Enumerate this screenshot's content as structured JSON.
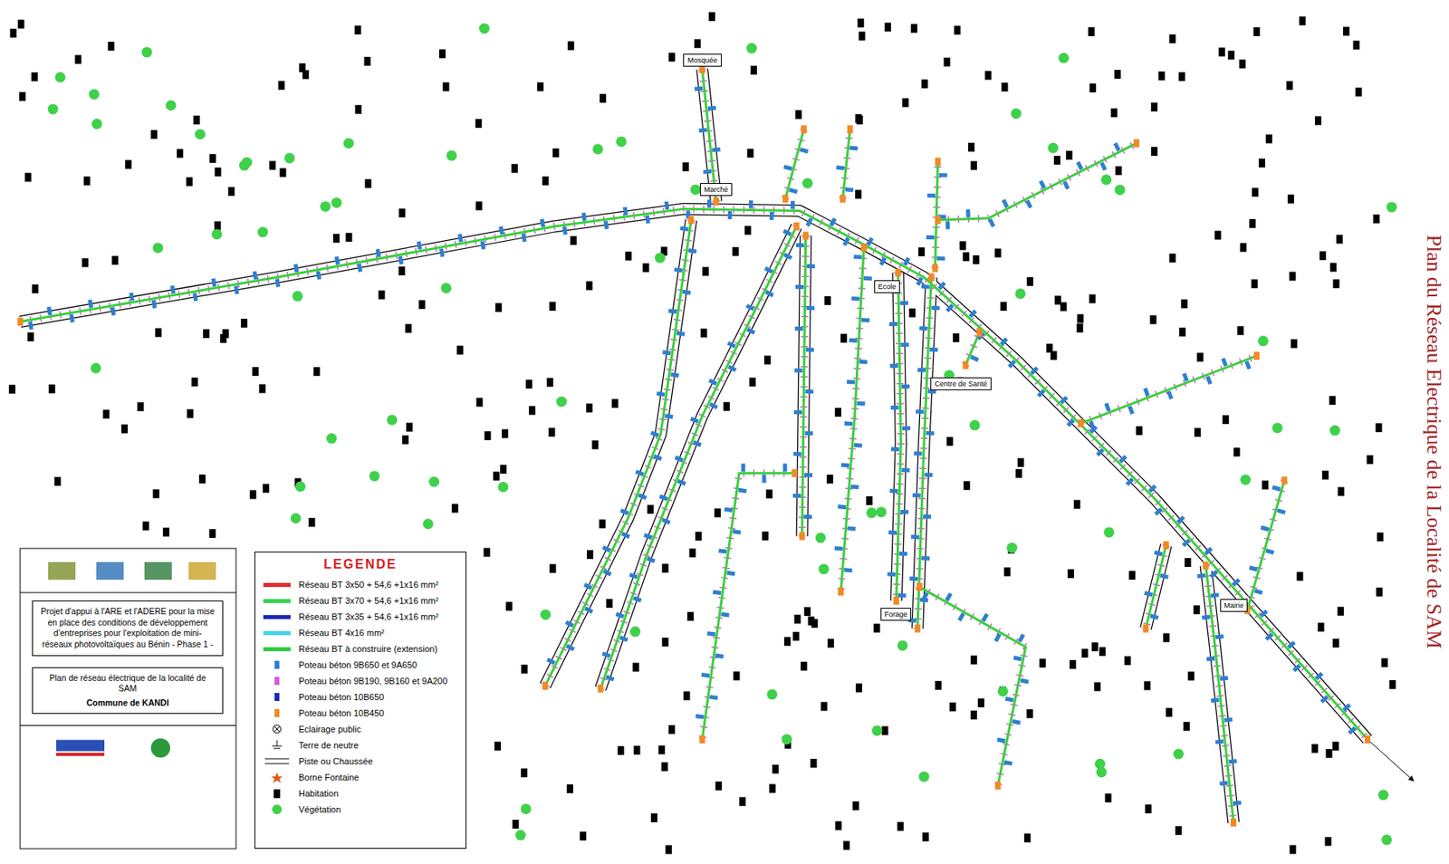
{
  "diagram": {
    "title": "Plan du Réseau Electrique de la Localité de SAM",
    "nodes": [
      {
        "text": [
          "Projet d'appui à l'ARE et l'ADERE pour la mise en place des conditions de développement d'entreprises pour l'exploitation de mini-réseaux photovoltaïques au Bénin - Phase 1 -"
        ]
      },
      {
        "text": [
          "Plan de réseau électrique de la localité de SAM",
          "Commune de KANDI"
        ]
      },
      {
        "text": [
          "Mosquée"
        ]
      },
      {
        "text": [
          "Marché"
        ]
      },
      {
        "text": [
          "Ecole"
        ]
      },
      {
        "text": [
          "Centre de Santé"
        ]
      },
      {
        "text": [
          "Forage"
        ]
      },
      {
        "text": [
          "Mairie"
        ]
      }
    ],
    "labels": [
      "LEGENDE"
    ],
    "legend": [
      {
        "text": "Réseau BT 3x50 + 54,6 +1x16 mm²",
        "color": "#e8262b"
      },
      {
        "text": "Réseau BT 3x70 + 54,6 +1x16 mm²",
        "color": "#39d353"
      },
      {
        "text": "Réseau BT 3x35 + 54,6 +1x16 mm²",
        "color": "#1c2bb5"
      },
      {
        "text": "Réseau BT 4x16 mm²",
        "color": "#3fd7e6"
      },
      {
        "text": "Réseau BT à construire (extension)",
        "color": "#2ecc40"
      },
      {
        "text": "Poteau béton 9B650 et 9A650"
      },
      {
        "text": "Poteau béton 9B190, 9B160 et 9A200"
      },
      {
        "text": "Poteau béton 10B650"
      },
      {
        "text": "Poteau béton 10B450"
      },
      {
        "text": "Eclairage public"
      },
      {
        "text": "Terre de neutre"
      },
      {
        "text": "Piste ou Chaussée"
      },
      {
        "text": "Borne Fontaine"
      },
      {
        "text": "Habitation"
      },
      {
        "text": "Végétation"
      }
    ]
  }
}
